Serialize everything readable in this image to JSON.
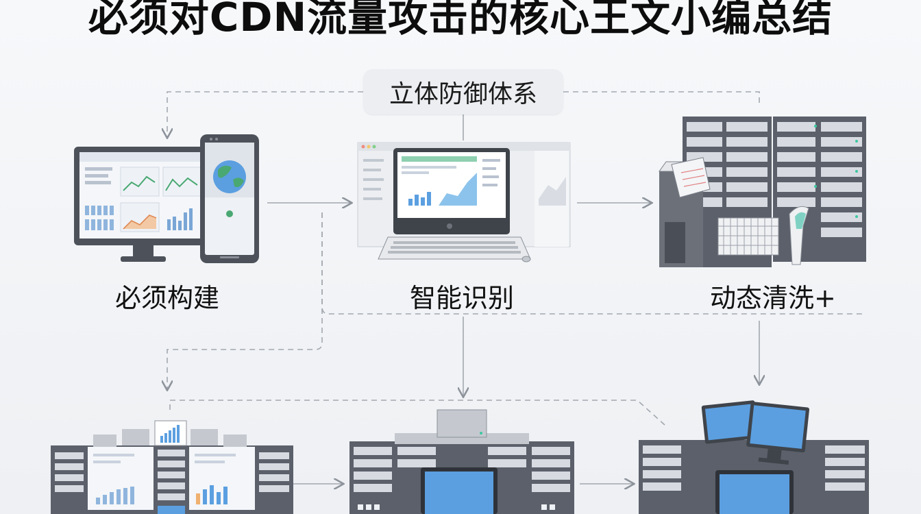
{
  "title": "必须对CDN流量攻击的核心王文小编总结",
  "hub_label": "立体防御体系",
  "steps": [
    {
      "label": "必须构建",
      "icon": "monitor-and-phone-dashboard-icon"
    },
    {
      "label": "智能识别",
      "icon": "desktop-computer-analytics-icon"
    },
    {
      "label": "动态清洗+",
      "icon": "server-rack-cleaning-icon"
    }
  ],
  "bottom_icons": [
    "server-dashboard-cluster-icon",
    "server-rack-laptop-icon",
    "server-rack-monitors-icon"
  ],
  "colors": {
    "screen_blue": "#5b9fe0",
    "panel_gray": "#5b606a",
    "line_gray": "#9aa0a8",
    "chart_green": "#4aa872"
  }
}
